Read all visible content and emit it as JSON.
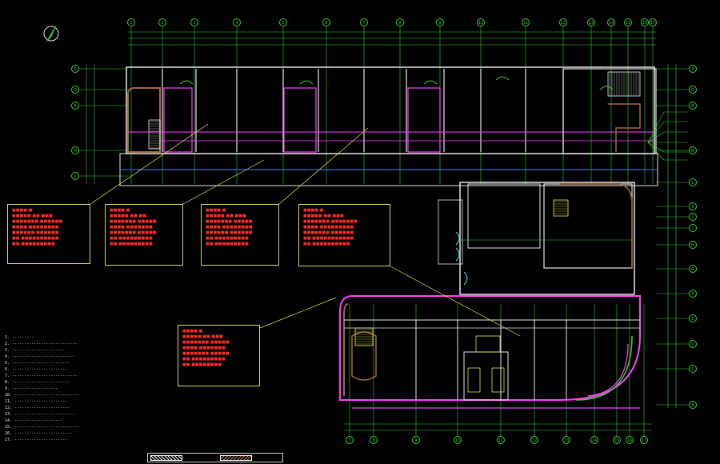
{
  "colors": {
    "background": "#000000",
    "grid": "#32d232",
    "wall": "#e6e6e6",
    "wall_accent": "#e040e0",
    "brown": "#a06a40",
    "magenta": "#ff40ff",
    "yellow": "#e8e840",
    "red_text": "#ff2a2a",
    "cyan": "#40e8e8",
    "blue": "#4a7cff"
  },
  "top_axis_labels": [
    "1",
    "2",
    "3",
    "4",
    "5",
    "6",
    "7",
    "8",
    "9",
    "10",
    "11",
    "12",
    "13",
    "14",
    "15",
    "16",
    "17"
  ],
  "bottom_axis_labels": [
    "7",
    "8",
    "9",
    "10",
    "11",
    "12",
    "13",
    "14",
    "15",
    "16",
    "17"
  ],
  "right_axis_labels": [
    "P",
    "Q",
    "R",
    "M",
    "L",
    "K",
    "J",
    "I",
    "H",
    "G",
    "F",
    "E",
    "D",
    "C",
    "B"
  ],
  "left_axis_labels": [
    "P",
    "Q",
    "R",
    "M",
    "L"
  ],
  "north_arrow": {
    "icon": "north-arrow-icon"
  },
  "drawing_title": "",
  "notes_lines": [
    "1. ---------",
    "2. ---------------------------",
    "3. ----------------------",
    "4. --------------------------",
    "5. ------------------------",
    "6. -----------------------",
    "7. ---------------------------",
    "8. ------------------------",
    "9. -------------------",
    "10. ---------------------------",
    "11. ----------------------",
    "12. -----------------------",
    "13. -------------------------",
    "14. --------------------",
    "15. ---------------------------",
    "16. ------------------------",
    "17. ----------------------"
  ],
  "legend": {
    "item1": "",
    "item2": ""
  }
}
